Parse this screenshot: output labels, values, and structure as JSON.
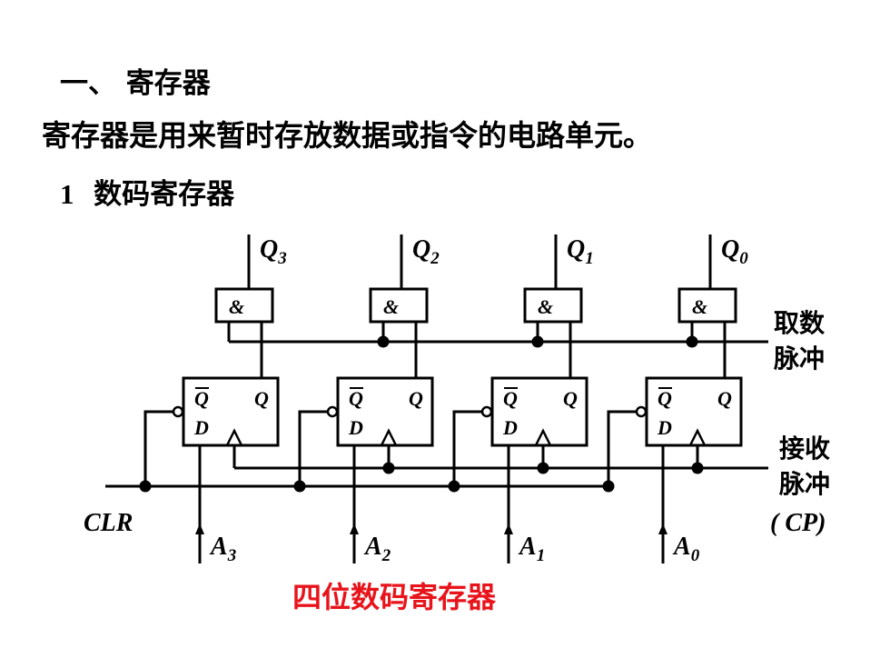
{
  "headings": {
    "section": "一、  寄存器",
    "definition": "寄存器是用来暂时存放数据或指令的电路单元。",
    "subsection_number": "1",
    "subsection_title": "数码寄存器"
  },
  "diagram": {
    "outputs": [
      {
        "name": "Q",
        "sub": "3"
      },
      {
        "name": "Q",
        "sub": "2"
      },
      {
        "name": "Q",
        "sub": "1"
      },
      {
        "name": "Q",
        "sub": "0"
      }
    ],
    "inputs": [
      {
        "name": "A",
        "sub": "3"
      },
      {
        "name": "A",
        "sub": "2"
      },
      {
        "name": "A",
        "sub": "1"
      },
      {
        "name": "A",
        "sub": "0"
      }
    ],
    "and_gate_label": "&",
    "ff_labels": {
      "qbar": "Q",
      "q": "Q",
      "d": "D"
    },
    "read_pulse": [
      "取数",
      "脉冲"
    ],
    "receive_pulse": [
      "接收",
      "脉冲",
      "( CP)"
    ],
    "clr_label": "CLR",
    "caption": "四位数码寄存器",
    "caption_color": "#e8141b"
  }
}
